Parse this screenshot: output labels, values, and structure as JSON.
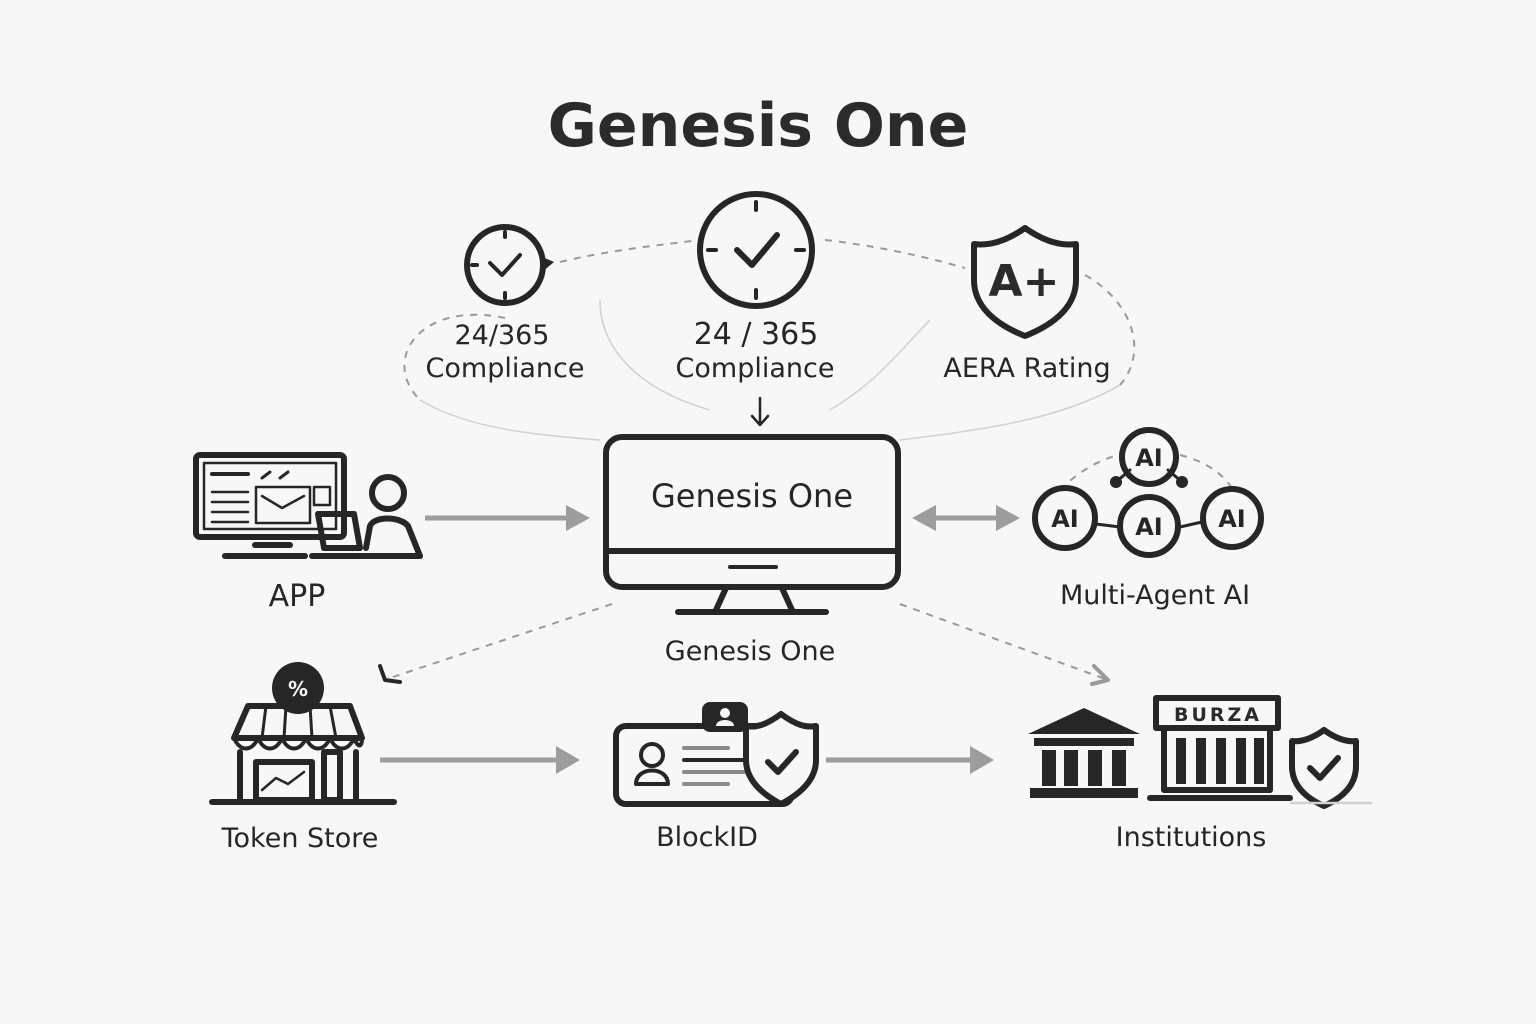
{
  "title": "Genesis One",
  "compliance_left": {
    "line1": "24/365",
    "line2": "Compliance",
    "icon": "clock-refresh-icon"
  },
  "compliance_center": {
    "line1": "24 / 365",
    "line2": "Compliance",
    "icon": "clock-check-icon"
  },
  "rating": {
    "badge": "A+",
    "label": "AERA Rating",
    "icon": "shield-icon"
  },
  "app": {
    "label": "APP",
    "icon": "desktop-user-icon"
  },
  "core": {
    "screen_text": "Genesis One",
    "label": "Genesis One",
    "icon": "monitor-icon"
  },
  "multi_agent": {
    "node_text": "AI",
    "label": "Multi-Agent AI",
    "icon": "network-icon"
  },
  "token_store": {
    "badge": "%",
    "label": "Token Store",
    "icon": "storefront-icon"
  },
  "block_id": {
    "label": "BlockID",
    "icon": "id-card-shield-icon"
  },
  "institutions": {
    "sign": "BURZA",
    "label": "Institutions",
    "icon": "bank-icon"
  },
  "colors": {
    "ink": "#262626",
    "arrow": "#9d9d9d",
    "background": "#f7f7f8"
  }
}
